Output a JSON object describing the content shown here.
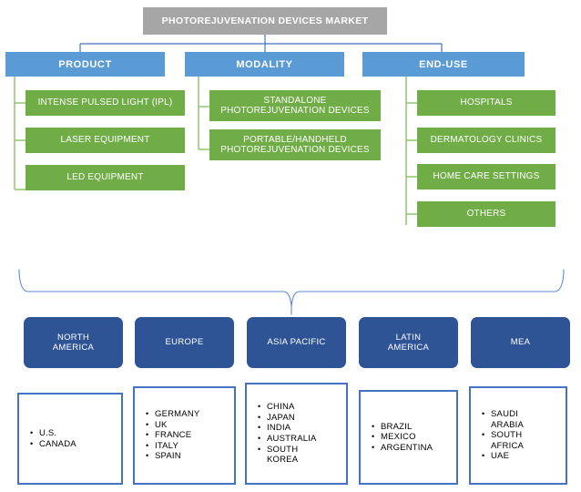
{
  "diagram": {
    "title": "PHOTOREJUVENATION DEVICES MARKET",
    "colors": {
      "root": "#A6A6A6",
      "category": "#5B9BD5",
      "leaf": "#70AD47",
      "region": "#2E5496",
      "country_border": "#4472C4",
      "connector_blue": "#4472C4",
      "connector_green": "#8CC06A"
    },
    "branches": [
      {
        "id": "product",
        "label": "PRODUCT",
        "items": [
          "INTENSE PULSED LIGHT (IPL)",
          "LASER EQUIPMENT",
          "LED EQUIPMENT"
        ]
      },
      {
        "id": "modality",
        "label": "MODALITY",
        "items": [
          "STANDALONE\nPHOTOREJUVENATION DEVICES",
          "PORTABLE/HANDHELD\nPHOTOREJUVENATION DEVICES"
        ]
      },
      {
        "id": "end-use",
        "label": "END-USE",
        "items": [
          "HOSPITALS",
          "DERMATOLOGY CLINICS",
          "HOME CARE SETTINGS",
          "OTHERS"
        ]
      }
    ],
    "regions": [
      {
        "id": "north-america",
        "label": "NORTH\nAMERICA",
        "countries": [
          "U.S.",
          "CANADA"
        ]
      },
      {
        "id": "europe",
        "label": "EUROPE",
        "countries": [
          "GERMANY",
          "UK",
          "FRANCE",
          "ITALY",
          "SPAIN"
        ]
      },
      {
        "id": "asia-pacific",
        "label": "ASIA PACIFIC",
        "countries": [
          "CHINA",
          "JAPAN",
          "INDIA",
          "AUSTRALIA",
          "SOUTH\nKOREA"
        ]
      },
      {
        "id": "latin-america",
        "label": "LATIN\nAMERICA",
        "countries": [
          "BRAZIL",
          "MEXICO",
          "ARGENTINA"
        ]
      },
      {
        "id": "mea",
        "label": "MEA",
        "countries": [
          "SAUDI\nARABIA",
          "SOUTH\nAFRICA",
          "UAE"
        ]
      }
    ]
  }
}
